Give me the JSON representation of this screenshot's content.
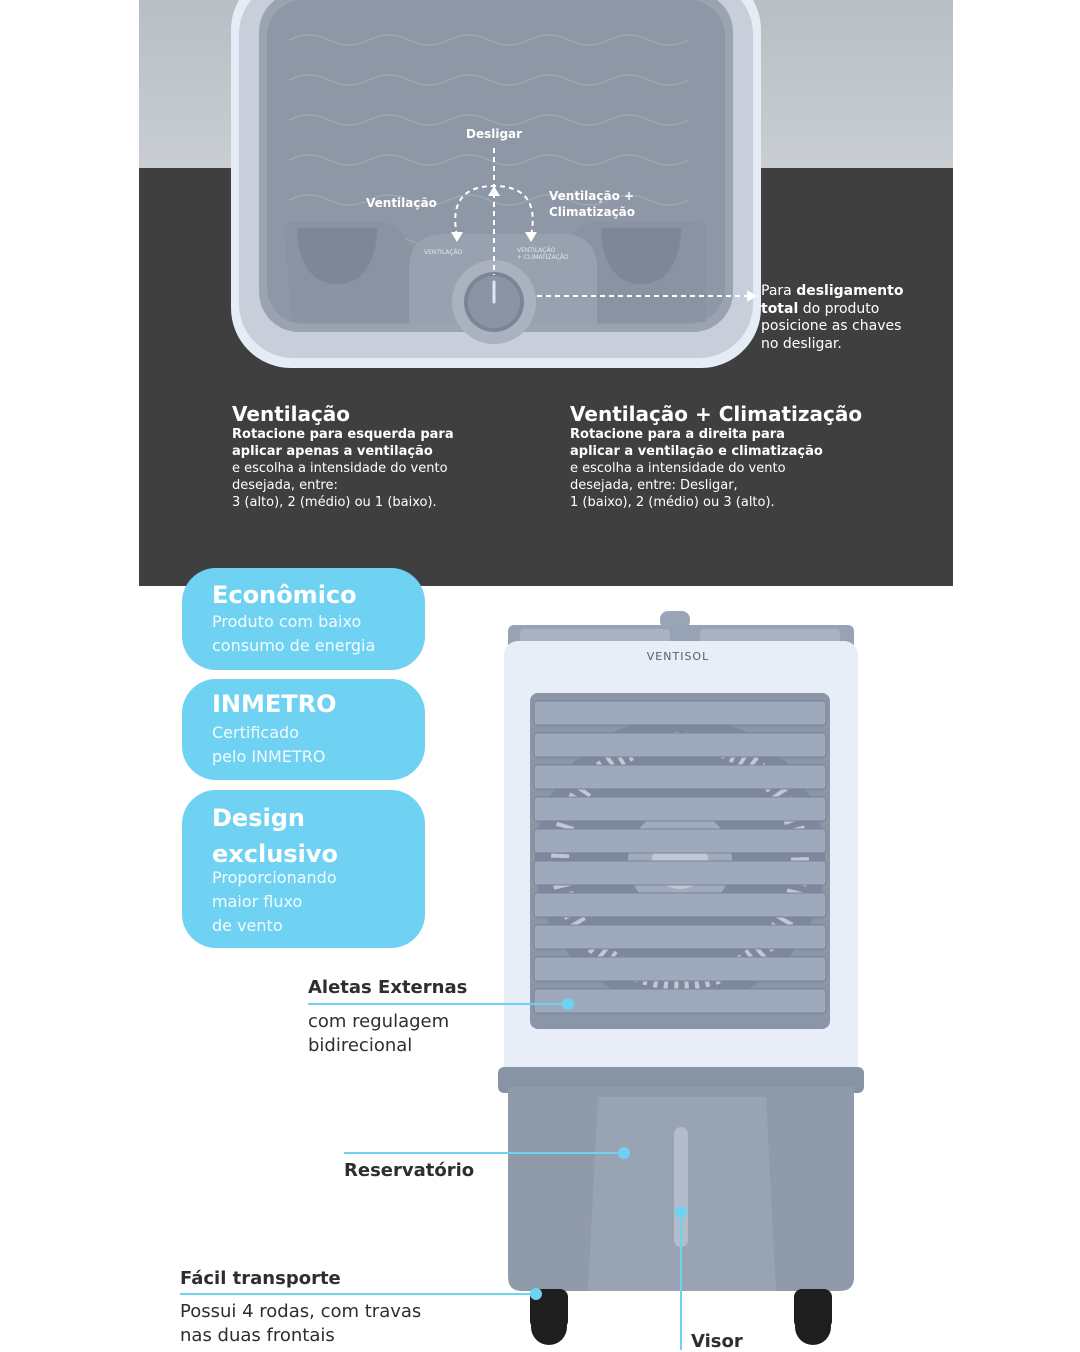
{
  "panel": {
    "labels": {
      "off": "Desligar",
      "fan": "Ventilação",
      "fan_cool_line1": "Ventilação +",
      "fan_cool_line2": "Climatização",
      "dial_left_small": "VENTILAÇÃO",
      "dial_right_small_line1": "VENTILAÇÃO",
      "dial_right_small_line2": "+ CLIMATIZAÇÃO"
    },
    "note": {
      "line1_pre": "Para ",
      "line1_bold": "desligamento",
      "line2_bold": "total",
      "line2_post": " do produto",
      "line3": "posicione as chaves",
      "line4": "no desligar."
    },
    "left_desc": {
      "title": "Ventilação",
      "bold1": "Rotacione para esquerda para",
      "bold2": "aplicar apenas a ventilação",
      "text1": "e escolha a intensidade do vento",
      "text2": "desejada, entre:",
      "text3": "3 (alto), 2 (médio) ou 1 (baixo)."
    },
    "right_desc": {
      "title": "Ventilação + Climatização",
      "bold1": "Rotacione para a direita para",
      "bold2": "aplicar a ventilação e climatização",
      "text1": "e escolha a intensidade do vento",
      "text2": "desejada, entre: Desligar,",
      "text3": "1 (baixo), 2 (médio) ou 3 (alto)."
    }
  },
  "cards": [
    {
      "title_lines": [
        "Econômico"
      ],
      "text_lines": [
        "Produto com baixo",
        "consumo de energia"
      ]
    },
    {
      "title_lines": [
        "INMETRO"
      ],
      "text_lines": [
        "Certificado",
        "pelo INMETRO"
      ]
    },
    {
      "title_lines": [
        "Design",
        "exclusivo"
      ],
      "text_lines": [
        "Proporcionando",
        "maior fluxo",
        "de vento"
      ]
    }
  ],
  "product": {
    "brand": "VENTISOL"
  },
  "callouts": {
    "aletas": {
      "title": "Aletas Externas",
      "line1": "com regulagem",
      "line2": "bidirecional"
    },
    "reservatorio": {
      "title": "Reservatório"
    },
    "transporte": {
      "title": "Fácil transporte",
      "line1": "Possui 4 rodas, com travas",
      "line2": "nas duas frontais"
    },
    "visor": {
      "title": "Visor"
    }
  },
  "colors": {
    "accent": "#6fd2f2",
    "dark_panel": "#3f3f3f",
    "product_gray": "#8f9aab",
    "product_white": "#e8eef8"
  }
}
